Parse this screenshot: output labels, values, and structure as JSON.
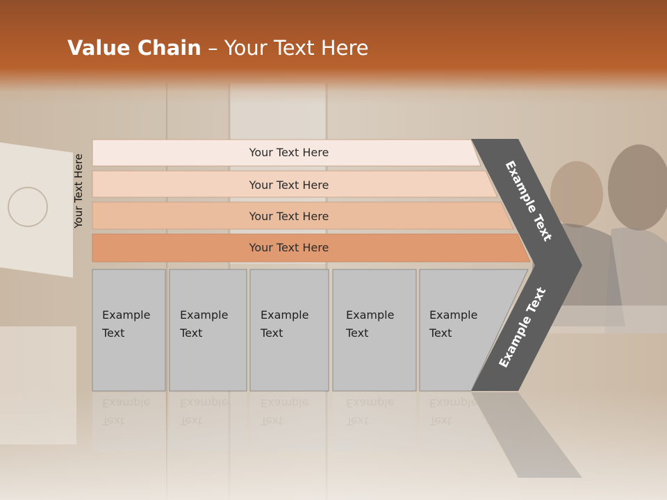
{
  "slide": {
    "title_bold": "Value Chain",
    "title_rest": " – Your Text Here",
    "side_label": "Your Text Here"
  },
  "bars": [
    {
      "label": "Your Text Here",
      "color": "#f7e9e1"
    },
    {
      "label": "Your Text Here",
      "color": "#f2d4c0"
    },
    {
      "label": "Your Text Here",
      "color": "#ebbd9f"
    },
    {
      "label": "Your Text Here",
      "color": "#df9a71"
    }
  ],
  "boxes": [
    {
      "line1": "Example",
      "line2": "Text"
    },
    {
      "line1": "Example",
      "line2": "Text"
    },
    {
      "line1": "Example",
      "line2": "Text"
    },
    {
      "line1": "Example",
      "line2": "Text"
    },
    {
      "line1": "Example",
      "line2": "Text"
    }
  ],
  "chevron": {
    "top_label": "Example Text",
    "bottom_label": "Example Text",
    "color": "#5e5e5e"
  },
  "colors": {
    "header": "#b0592c",
    "box_fill": "#c2c2c2",
    "box_border": "#8c8c8c"
  }
}
